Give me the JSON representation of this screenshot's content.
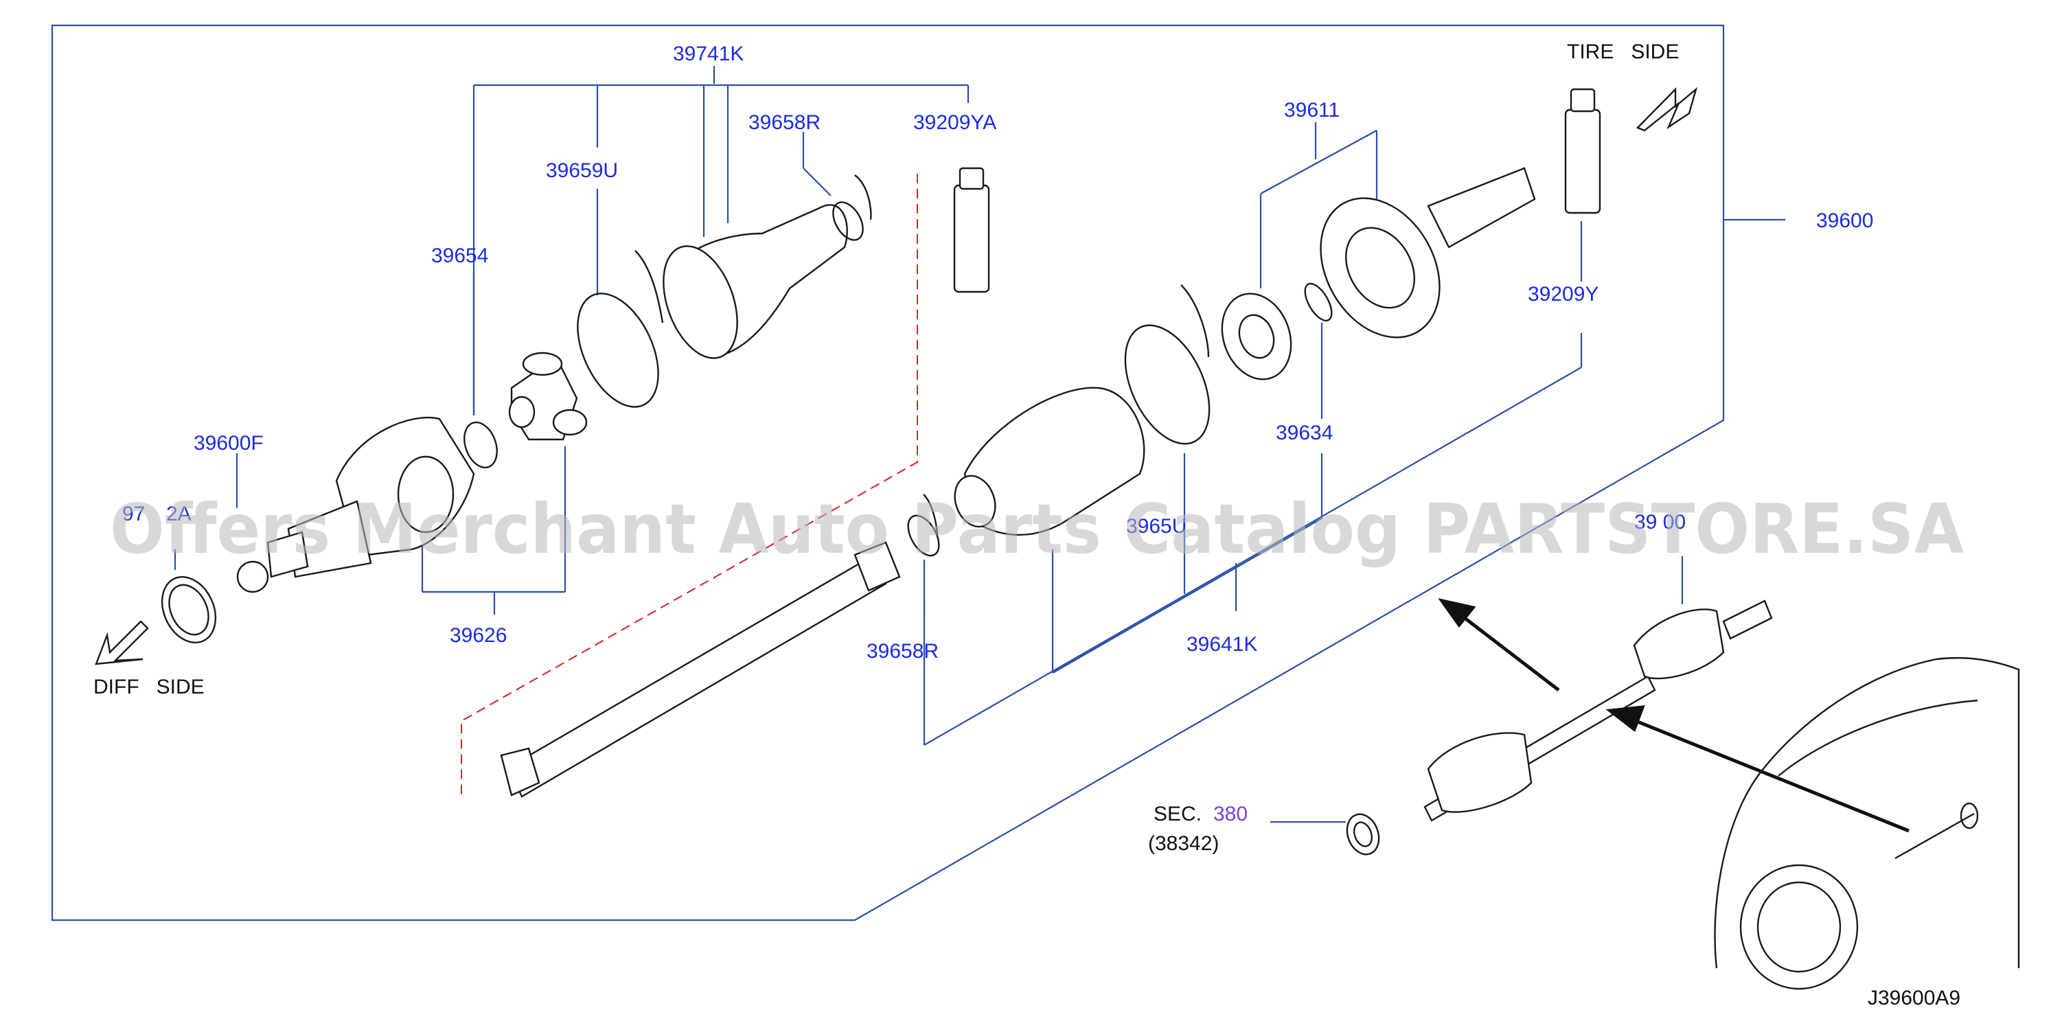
{
  "diagram_id": "J39600A9",
  "side_labels": {
    "tire": "TIRE   SIDE",
    "diff": "DIFF   SIDE"
  },
  "callouts": [
    {
      "id": "c-39741k",
      "text": "39741K"
    },
    {
      "id": "c-39658r-top",
      "text": "39658R"
    },
    {
      "id": "c-39209ya",
      "text": "39209YA"
    },
    {
      "id": "c-39659u",
      "text": "39659U"
    },
    {
      "id": "c-39654",
      "text": "39654"
    },
    {
      "id": "c-39600f",
      "text": "39600F"
    },
    {
      "id": "c-97",
      "text": "97"
    },
    {
      "id": "c-2a",
      "text": "2A"
    },
    {
      "id": "c-39626",
      "text": "39626"
    },
    {
      "id": "c-39611",
      "text": "39611"
    },
    {
      "id": "c-39600-main",
      "text": "39600"
    },
    {
      "id": "c-39209y",
      "text": "39209Y"
    },
    {
      "id": "c-39634",
      "text": "39634"
    },
    {
      "id": "c-3965u",
      "text": "3965U"
    },
    {
      "id": "c-39641k",
      "text": "39641K"
    },
    {
      "id": "c-39658r-bot",
      "text": "39658R"
    },
    {
      "id": "c-39-00",
      "text": "39 00"
    }
  ],
  "section_ref": {
    "prefix": "SEC.",
    "number": "380",
    "sub": "(38342)"
  },
  "watermark": "Offers Merchant Auto Parts Catalog PARTSTORE.SA",
  "colors": {
    "label": "#1c2be0",
    "leader": "#2a4fa8",
    "dash": "#e02020",
    "section_number": "#7a3fe0"
  }
}
